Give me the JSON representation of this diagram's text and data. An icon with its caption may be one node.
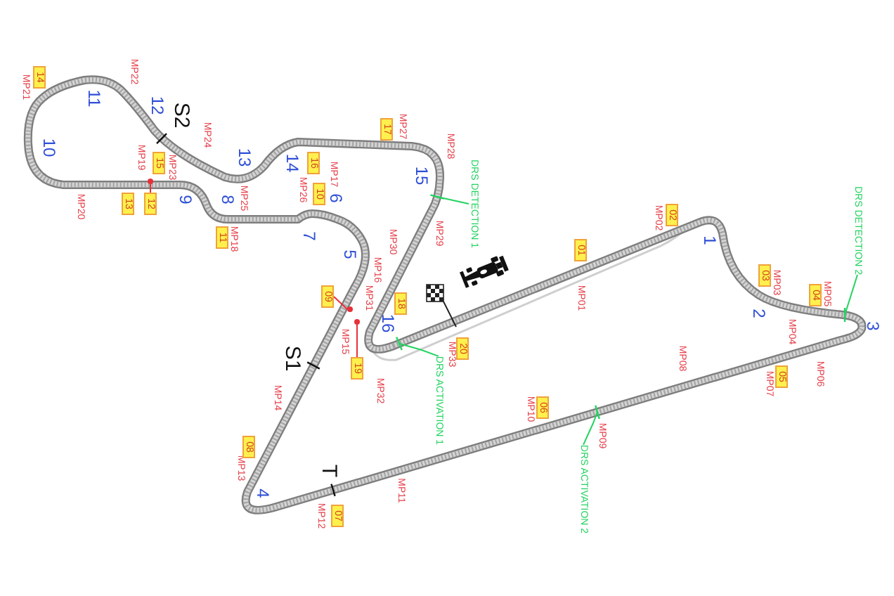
{
  "diagram": {
    "nodes": [
      {
        "text": [
          "01"
        ]
      },
      {
        "text": [
          "02"
        ]
      },
      {
        "text": [
          "03"
        ]
      },
      {
        "text": [
          "04"
        ]
      },
      {
        "text": [
          "05"
        ]
      },
      {
        "text": [
          "06"
        ]
      },
      {
        "text": [
          "07"
        ]
      },
      {
        "text": [
          "08"
        ]
      },
      {
        "text": [
          "09"
        ]
      },
      {
        "text": [
          "10"
        ]
      },
      {
        "text": [
          "11"
        ]
      },
      {
        "text": [
          "12"
        ]
      },
      {
        "text": [
          "13"
        ]
      },
      {
        "text": [
          "14"
        ]
      },
      {
        "text": [
          "15"
        ]
      },
      {
        "text": [
          "16"
        ]
      },
      {
        "text": [
          "17"
        ]
      },
      {
        "text": [
          "18"
        ]
      },
      {
        "text": [
          "19"
        ]
      },
      {
        "text": [
          "20"
        ]
      },
      {
        "text": [
          "DRS DETECTION 1"
        ]
      },
      {
        "text": [
          "DRS DETECTION 2"
        ]
      },
      {
        "text": [
          "DRS ACTIVATION 1"
        ]
      },
      {
        "text": [
          "DRS ACTIVATION 2"
        ]
      },
      {
        "text": [],
        "shape": "circle"
      },
      {
        "text": [],
        "shape": "circle"
      },
      {
        "text": [],
        "shape": "circle"
      }
    ],
    "edges": [
      {
        "from": 8,
        "to": 24,
        "arrow": "none",
        "color": "#e8303a"
      },
      {
        "from": 11,
        "to": 25,
        "arrow": "none",
        "color": "#e8303a"
      },
      {
        "from": 18,
        "to": 26,
        "arrow": "none",
        "color": "#e8303a"
      },
      {
        "from": 20,
        "to": null,
        "arrow": "none"
      },
      {
        "from": 21,
        "to": null,
        "arrow": "none"
      },
      {
        "from": 22,
        "to": null,
        "arrow": "none"
      },
      {
        "from": 23,
        "to": null,
        "arrow": "none"
      }
    ],
    "labels": [
      "1",
      "2",
      "3",
      "4",
      "5",
      "6",
      "7",
      "8",
      "9",
      "10",
      "11",
      "12",
      "13",
      "14",
      "15",
      "16",
      "S1",
      "S2",
      "T",
      "MP01",
      "MP02",
      "MP03",
      "MP04",
      "MP05",
      "MP06",
      "MP07",
      "MP08",
      "MP09",
      "MP10",
      "MP11",
      "MP12",
      "MP13",
      "MP14",
      "MP15",
      "MP16",
      "MP17",
      "MP18",
      "MP19",
      "MP20",
      "MP21",
      "MP22",
      "MP23",
      "MP24",
      "MP25",
      "MP26",
      "MP27",
      "MP28",
      "MP29",
      "MP30",
      "MP31",
      "MP32",
      "MP33"
    ]
  }
}
